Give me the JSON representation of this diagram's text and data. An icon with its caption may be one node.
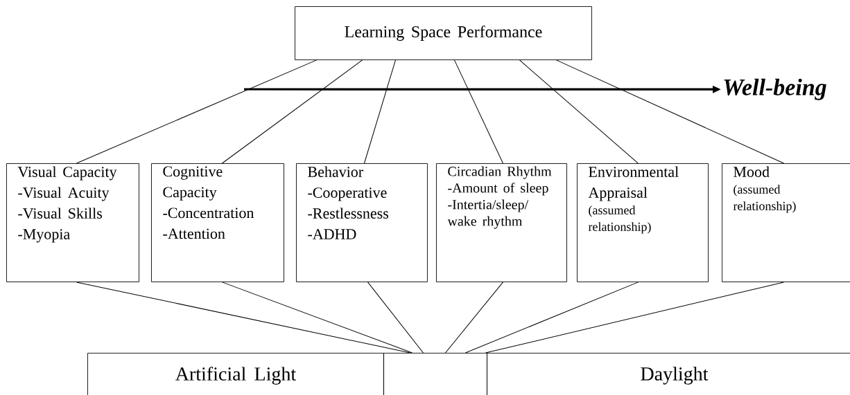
{
  "diagram": {
    "nodes": [
      {
        "text": [
          "Learning Space Performance"
        ]
      },
      {
        "text": [
          "Well-being"
        ]
      },
      {
        "text": [
          "Visual Capacity",
          "-Visual Acuity",
          "-Visual Skills",
          "-Myopia"
        ]
      },
      {
        "text": [
          "Cognitive Capacity",
          "-Concentration",
          "-Attention"
        ]
      },
      {
        "text": [
          "Behavior",
          "-Cooperative",
          "-Restlessness",
          "-ADHD"
        ]
      },
      {
        "text": [
          "Circadian Rhythm",
          "-Amount of sleep",
          "-Intertia/sleep/ wake rhythm"
        ]
      },
      {
        "text": [
          "Environmental Appraisal",
          "(assumed relationship)"
        ]
      },
      {
        "text": [
          "Mood",
          "(assumed relationship)"
        ]
      },
      {
        "text": [
          "Artificial Light"
        ]
      },
      {
        "text": [],
        "shape": "box"
      },
      {
        "text": [
          "Daylight"
        ]
      }
    ],
    "edges": [
      {
        "from": 0,
        "to": 2,
        "arrow": "none"
      },
      {
        "from": 0,
        "to": 3,
        "arrow": "none"
      },
      {
        "from": 0,
        "to": 4,
        "arrow": "none"
      },
      {
        "from": 0,
        "to": 5,
        "arrow": "none"
      },
      {
        "from": 0,
        "to": 6,
        "arrow": "none"
      },
      {
        "from": 0,
        "to": 7,
        "arrow": "none"
      },
      {
        "from": null,
        "to": 1,
        "arrow": "to",
        "style": "thick"
      },
      {
        "from": 2,
        "to": 9,
        "arrow": "none"
      },
      {
        "from": 3,
        "to": 9,
        "arrow": "none"
      },
      {
        "from": 4,
        "to": 9,
        "arrow": "none"
      },
      {
        "from": 5,
        "to": 9,
        "arrow": "none"
      },
      {
        "from": 6,
        "to": 9,
        "arrow": "none"
      },
      {
        "from": 7,
        "to": 9,
        "arrow": "none"
      }
    ]
  }
}
